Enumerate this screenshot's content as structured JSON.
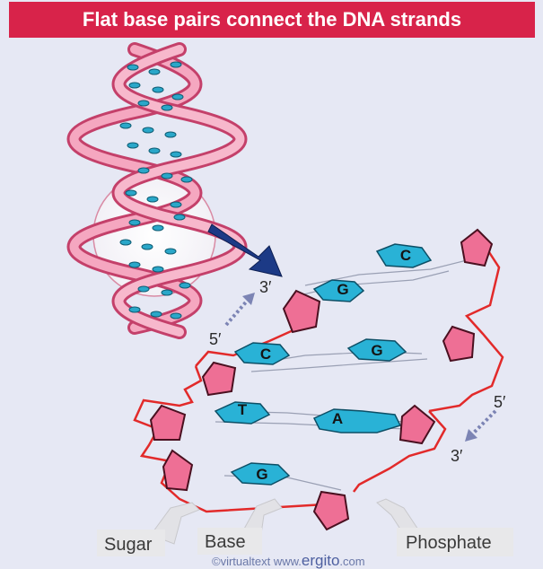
{
  "title": "Flat base pairs connect the DNA strands",
  "strand_ends": {
    "left_five": "5′",
    "left_three": "3′",
    "right_five": "5′",
    "right_three": "3′"
  },
  "base_pairs": [
    {
      "left": "",
      "right": "C"
    },
    {
      "left": "G",
      "right": ""
    },
    {
      "left": "C",
      "right": "G"
    },
    {
      "left": "T",
      "right": "A"
    },
    {
      "left": "G",
      "right": ""
    }
  ],
  "labels": {
    "sugar": "Sugar",
    "base": "Base",
    "phosphate": "Phosphate"
  },
  "credit": {
    "prefix": "©virtualtext  www.",
    "brand": "ergito",
    "suffix": ".com"
  },
  "colors": {
    "title_bar": "#d8234a",
    "sugar": "#ee6f95",
    "base": "#29b2d6",
    "strand_line": "#e22a2a",
    "pointer": "#1c3a86"
  }
}
